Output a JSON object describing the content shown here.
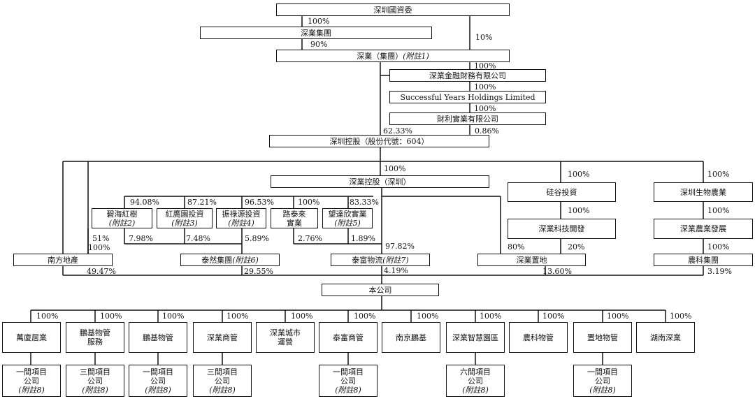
{
  "nodes": {
    "szsasac": "深圳國資委",
    "shenye_group": "深業集團",
    "shenye_group_ltd": "深業（集團）",
    "shenye_group_ltd_note": "(附註1)",
    "shenye_finance": "深業金融財務有限公司",
    "successful_years": "Successful Years Holdings Limited",
    "caili": "財利實業有限公司",
    "sz_holdings": "深圳控股（股份代號：604）",
    "shenye_holdings_sz": "深業控股（深圳）",
    "guigu": "硅谷投資",
    "shenye_tech": "深業科技開發",
    "sz_bio": "深圳生物農業",
    "shenye_agri": "深業農業發展",
    "nongke_group": "農科集團",
    "bihai": "碧海紅樹",
    "bihai_note": "(附註2)",
    "hongying": "紅鷹園投資",
    "hongying_note": "(附註3)",
    "zhenlu": "振祿源投資",
    "zhenlu_note": "(附註4)",
    "lutailai": "路泰來",
    "lutailai_2": "實業",
    "wangdaxin": "望達欣實業",
    "wangdaxin_note": "(附註5)",
    "nanfang": "南方地產",
    "tairan": "泰然集團",
    "tairan_note": "(附註6)",
    "taifu_logistics": "泰富物流",
    "taifu_logistics_note": "(附註7)",
    "shenye_zhidi": "深業置地",
    "company": "本公司",
    "subsidiaries": [
      {
        "l1": "萬廈居業",
        "l2": ""
      },
      {
        "l1": "鵬基物管",
        "l2": "服務"
      },
      {
        "l1": "鵬基物管",
        "l2": ""
      },
      {
        "l1": "深業商管",
        "l2": ""
      },
      {
        "l1": "深業城市",
        "l2": "運營"
      },
      {
        "l1": "泰富商管",
        "l2": ""
      },
      {
        "l1": "南京鵬基",
        "l2": ""
      },
      {
        "l1": "深業智慧園區",
        "l2": ""
      },
      {
        "l1": "農科物管",
        "l2": ""
      },
      {
        "l1": "置地物管",
        "l2": ""
      },
      {
        "l1": "湖南深業",
        "l2": ""
      }
    ],
    "projects": [
      {
        "l1": "一間項目",
        "l2": "公司",
        "note": "(附註8)"
      },
      {
        "l1": "三間項目",
        "l2": "公司",
        "note": "(附註8)"
      },
      {
        "l1": "一間項目",
        "l2": "公司",
        "note": "(附註8)"
      },
      {
        "l1": "三間項目",
        "l2": "公司",
        "note": "(附註8)"
      },
      {
        "l1": "一間項目",
        "l2": "公司",
        "note": "(附註8)"
      },
      {
        "l1": "六間項目",
        "l2": "公司",
        "note": "(附註8)"
      },
      {
        "l1": "一間項目",
        "l2": "公司",
        "note": "(附註8)"
      }
    ]
  },
  "percentages": {
    "p_sasac_group": "100%",
    "p_sasac_direct": "10%",
    "p_group_ltd": "90%",
    "p_finance": "100%",
    "p_successful": "100%",
    "p_caili": "100%",
    "p_holdings_main": "62.33%",
    "p_holdings_caili": "0.86%",
    "p_holdings_sz": "100%",
    "p_guigu": "100%",
    "p_tech": "100%",
    "p_bio": "100%",
    "p_agri": "100%",
    "p_nongke": "100%",
    "p_bihai": "94.08%",
    "p_hongying": "87.21%",
    "p_zhenlu": "96.53%",
    "p_lutailai": "100%",
    "p_wangdaxin": "83.33%",
    "p_nanfang_51": "51%",
    "p_nanfang_100": "100%",
    "p_bihai_tairan": "7.98%",
    "p_hongying_tairan": "7.48%",
    "p_zhenlu_tairan": "5.89%",
    "p_lutailai_taifu": "2.76%",
    "p_wangdaxin_taifu": "1.89%",
    "p_taifu_9782": "97.82%",
    "p_zhidi_80": "80%",
    "p_zhidi_20": "20%",
    "p_nanfang_company": "49.47%",
    "p_tairan_company": "29.55%",
    "p_taifu_company": "4.19%",
    "p_zhidi_company": "13.60%",
    "p_nongke_company": "3.19%",
    "p_subsidiary": "100%"
  }
}
